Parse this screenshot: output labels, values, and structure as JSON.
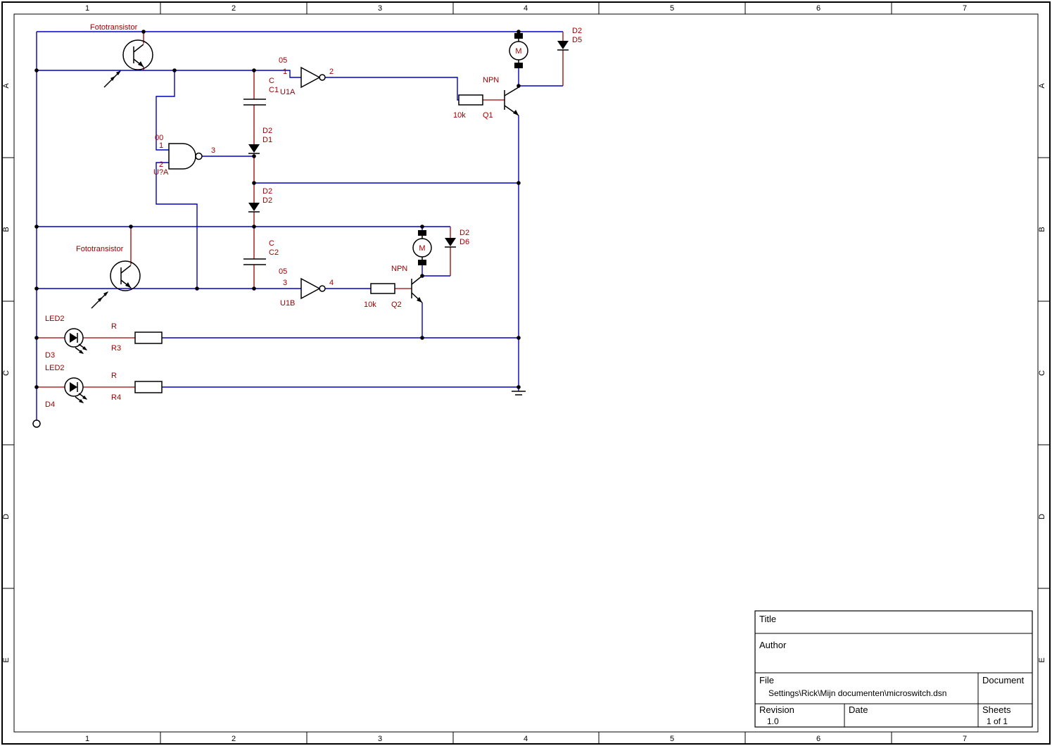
{
  "sheet": {
    "columns": [
      "1",
      "2",
      "3",
      "4",
      "5",
      "6",
      "7"
    ],
    "rows": [
      "A",
      "B",
      "C",
      "D",
      "E"
    ]
  },
  "colors": {
    "wire": "#0000c8",
    "lead": "#a00000",
    "label": "#a00000",
    "symbol": "#000000",
    "background": "#ffffff"
  },
  "parts": {
    "pt1": {
      "label": "Fototransistor"
    },
    "pt2": {
      "label": "Fototransistor"
    },
    "u1a": {
      "value": "05",
      "ref": "U1A",
      "pin_in": "1",
      "pin_out": "2"
    },
    "u1b": {
      "value": "05",
      "ref": "U1B",
      "pin_in": "3",
      "pin_out": "4"
    },
    "nand": {
      "value": "00",
      "ref": "U?A",
      "pin1": "1",
      "pin2": "2",
      "pin3": "3"
    },
    "c1": {
      "value": "C",
      "ref": "C1"
    },
    "c2": {
      "value": "C",
      "ref": "C2"
    },
    "d1": {
      "value": "D2",
      "ref": "D1"
    },
    "d2": {
      "value": "D2",
      "ref": "D2"
    },
    "d5": {
      "value": "D2",
      "ref": "D5"
    },
    "d6": {
      "value": "D2",
      "ref": "D6"
    },
    "q1": {
      "value": "NPN",
      "ref": "Q1"
    },
    "q2": {
      "value": "NPN",
      "ref": "Q2"
    },
    "r1": {
      "value": "10k"
    },
    "r2": {
      "value": "10k"
    },
    "r3": {
      "value": "R",
      "ref": "R3"
    },
    "r4": {
      "value": "R",
      "ref": "R4"
    },
    "d3": {
      "value": "LED2",
      "ref": "D3"
    },
    "d4": {
      "value": "LED2",
      "ref": "D4"
    },
    "m1": {
      "label": "M"
    },
    "m2": {
      "label": "M"
    }
  },
  "titleblock": {
    "title_label": "Title",
    "author_label": "Author",
    "file_label": "File",
    "file_value": "Settings\\Rick\\Mijn documenten\\microswitch.dsn",
    "document_label": "Document",
    "revision_label": "Revision",
    "revision_value": "1.0",
    "date_label": "Date",
    "sheets_label": "Sheets",
    "sheets_value": "1 of 1"
  }
}
